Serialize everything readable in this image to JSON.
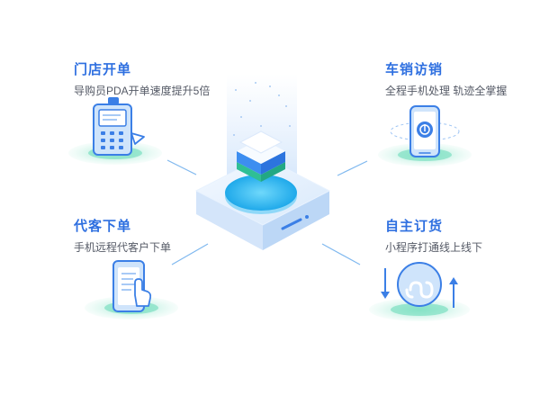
{
  "features": {
    "store_order": {
      "title": "门店开单",
      "desc": "导购员PDA开单速度提升5倍"
    },
    "vehicle_sales": {
      "title": "车销访销",
      "desc": "全程手机处理 轨迹全掌握"
    },
    "proxy_order": {
      "title": "代客下单",
      "desc": "手机远程代客户下单"
    },
    "self_order": {
      "title": "自主订货",
      "desc": "小程序打通线上线下"
    }
  },
  "icons": {
    "top_left": "pda-scanner-icon",
    "top_right": "phone-locate-icon",
    "bottom_left": "phone-tap-icon",
    "bottom_right": "mini-program-icon",
    "center": "platform-hub-icon"
  },
  "colors": {
    "accent": "#2e6fe0",
    "light_blue": "#cfe4fb",
    "mint": "#bff0e1",
    "cyan": "#39c2f0"
  }
}
